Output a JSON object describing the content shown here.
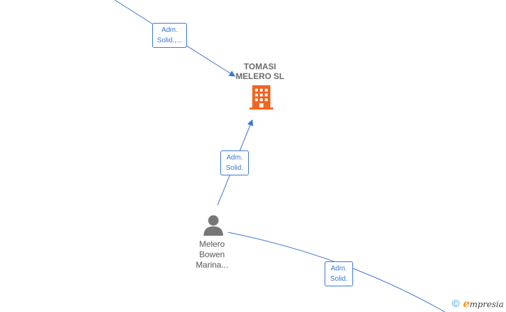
{
  "company": {
    "name": "TOMASI\nMELERO  SL",
    "icon": "building-icon",
    "color": "#f26522"
  },
  "person": {
    "name": "Melero\nBowen\nMarina...",
    "icon": "person-icon",
    "color": "#777777"
  },
  "edges": [
    {
      "id": "edge-top",
      "label": "Adm.\nSolid.,..."
    },
    {
      "id": "edge-person-company",
      "label": "Adm.\nSolid."
    },
    {
      "id": "edge-bottom",
      "label": "Adm.\nSolid."
    }
  ],
  "edge_color": "#3a78d4",
  "footer": {
    "copyright_symbol": "©",
    "brand_initial": "e",
    "brand_rest": "mpresia"
  }
}
